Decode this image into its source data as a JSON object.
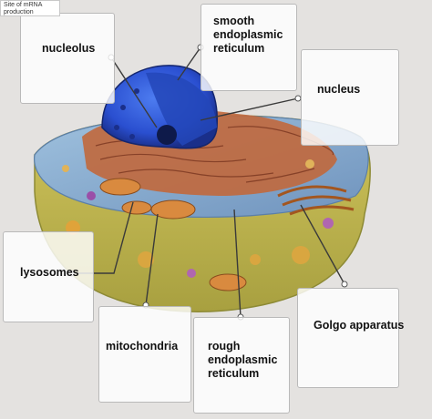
{
  "corner_tag": "Site of mRNA production",
  "labels": {
    "nucleolus": "nucleolus",
    "smooth_er": "smooth\nendoplasmic\nreticulum",
    "nucleus": "nucleus",
    "lysosomes": "lysosomes",
    "mitochondria": "mitochondria",
    "rough_er": "rough\nendoplasmic\nreticulum",
    "golgi": "Golgo apparatus"
  },
  "colors": {
    "background": "#e4e2e0",
    "cytoplasm": "#c9c15a",
    "membrane": "#7aa2c9",
    "nucleus": "#2a4fd0",
    "rough_er": "#c1683c",
    "golgi": "#d98a3f",
    "leader_line": "#3a3a3a"
  }
}
